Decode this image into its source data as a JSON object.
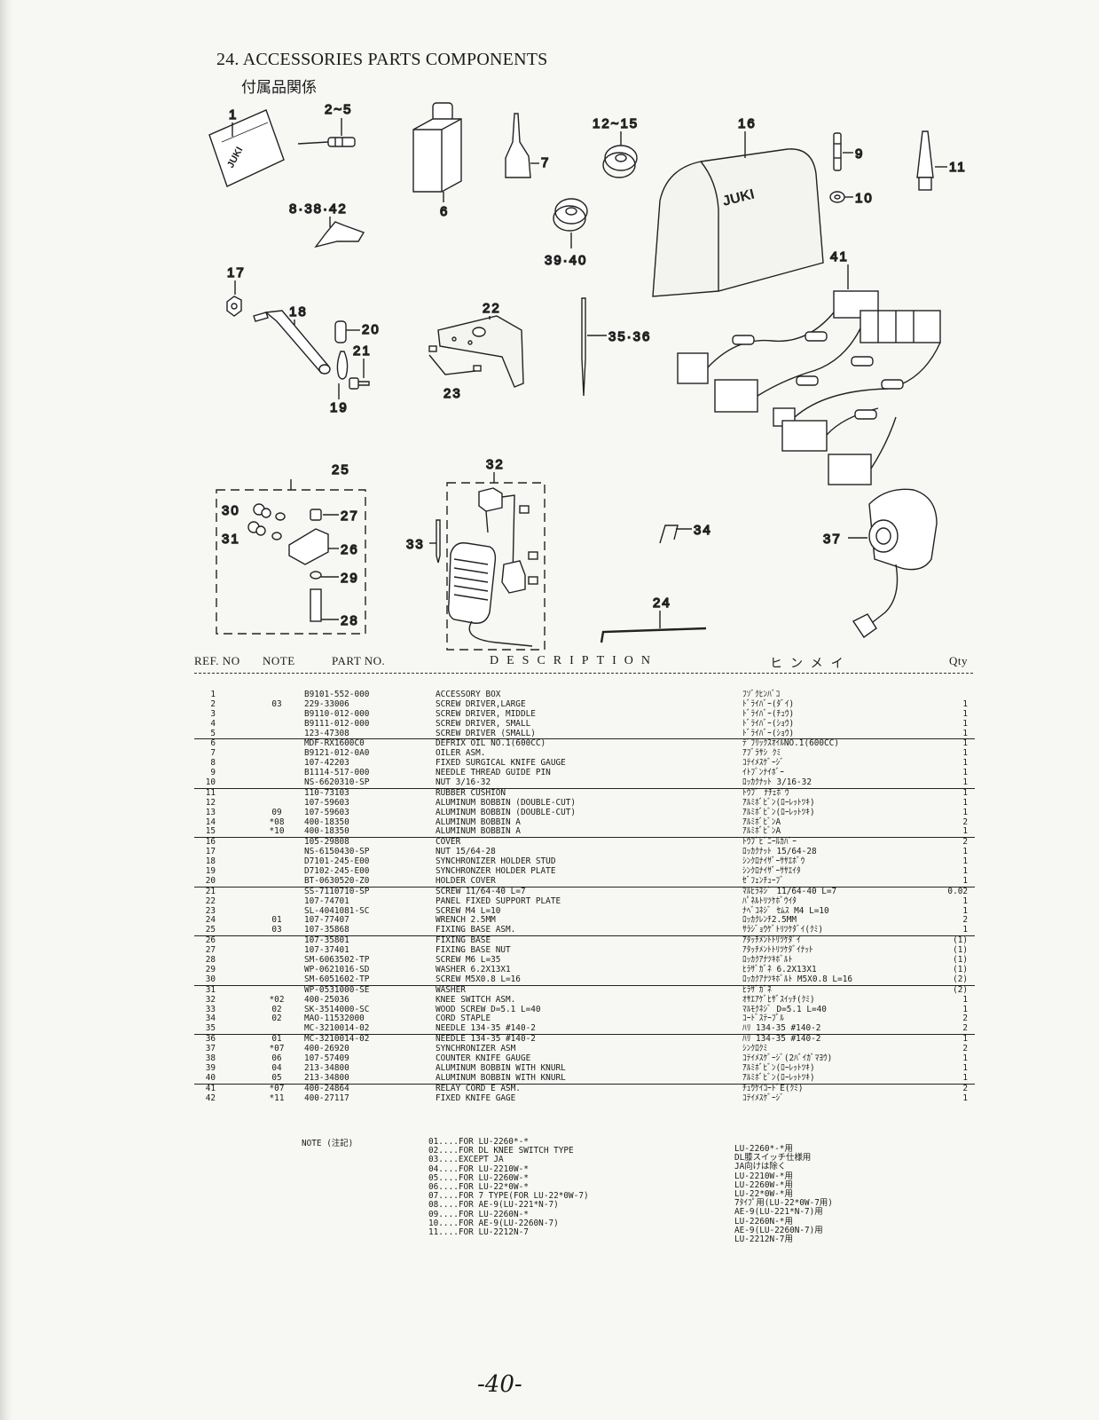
{
  "title": "24. ACCESSORIES PARTS COMPONENTS",
  "subtitle": "付属品関係",
  "callouts": {
    "c1": "1",
    "c2_5": "2~5",
    "c6": "6",
    "c7": "7",
    "c8_38_42": "8·38·42",
    "c9": "9",
    "c10": "10",
    "c11": "11",
    "c12_15": "12~15",
    "c16": "16",
    "c17": "17",
    "c18": "18",
    "c19": "19",
    "c20": "20",
    "c21": "21",
    "c22": "22",
    "c23": "23",
    "c24": "24",
    "c25": "25",
    "c26": "26",
    "c27": "27",
    "c28": "28",
    "c29": "29",
    "c30": "30",
    "c31": "31",
    "c32": "32",
    "c33": "33",
    "c34": "34",
    "c35_36": "35·36",
    "c37": "37",
    "c39_40": "39·40",
    "c41": "41"
  },
  "logo_text": "JUKI",
  "table_header": {
    "ref": "REF. NO",
    "note": "NOTE",
    "part": "PART NO.",
    "desc": "DESCRIPTION",
    "kana": "ヒンメイ",
    "qty": "Qty"
  },
  "rows": [
    {
      "ref": "1",
      "note": "",
      "part": "B9101-552-000",
      "desc": "ACCESSORY BOX",
      "kana": "ﾌｿﾞｸﾋﾝﾊﾞｺ",
      "qty": ""
    },
    {
      "ref": "2",
      "note": "03",
      "part": "229-33006",
      "desc": "SCREW DRIVER,LARGE",
      "kana": "ﾄﾞﾗｲﾊﾞｰ(ﾀﾞｲ)",
      "qty": "1"
    },
    {
      "ref": "3",
      "note": "",
      "part": "B9110-012-000",
      "desc": "SCREW DRIVER, MIDDLE",
      "kana": "ﾄﾞﾗｲﾊﾞｰ(ﾁｭｳ)",
      "qty": "1"
    },
    {
      "ref": "4",
      "note": "",
      "part": "B9111-012-000",
      "desc": "SCREW DRIVER, SMALL",
      "kana": "ﾄﾞﾗｲﾊﾞｰ(ｼｮｳ)",
      "qty": "1"
    },
    {
      "ref": "5",
      "note": "",
      "part": "123-47308",
      "desc": "SCREW DRIVER (SMALL)",
      "kana": "ﾄﾞﾗｲﾊﾞｰ(ｼｮｳ)",
      "qty": "1"
    },
    {
      "ref": "6",
      "note": "",
      "part": "MDF-RX1600C0",
      "desc": "DEFRIX OIL NO.1(600CC)",
      "kana": "ﾃﾞﾌﾘｯｸｽｵｲﾙNO.1(600CC)",
      "qty": "1",
      "sep": true
    },
    {
      "ref": "7",
      "note": "",
      "part": "B9121-012-0A0",
      "desc": "OILER ASM.",
      "kana": "ｱﾌﾞﾗｻｼ ｸﾐ",
      "qty": "1"
    },
    {
      "ref": "8",
      "note": "",
      "part": "107-42203",
      "desc": "FIXED SURGICAL KNIFE GAUGE",
      "kana": "ｺﾃｲﾒｽｹﾞｰｼﾞ",
      "qty": "1"
    },
    {
      "ref": "9",
      "note": "",
      "part": "B1114-517-000",
      "desc": "NEEDLE THREAD GUIDE PIN",
      "kana": "ｲﾄﾌﾞﾝﾅｲﾎﾞｰ",
      "qty": "1"
    },
    {
      "ref": "10",
      "note": "",
      "part": "NS-6620310-SP",
      "desc": "NUT  3/16-32",
      "kana": "ﾛｯｶｸﾅｯﾄ 3/16-32",
      "qty": "1"
    },
    {
      "ref": "11",
      "note": "",
      "part": "110-73103",
      "desc": "RUBBER CUSHION",
      "kana": "ﾄｳﾌﾞ ﾅﾁｪﾎﾞｳ",
      "qty": "1",
      "sep": true
    },
    {
      "ref": "12",
      "note": "",
      "part": "107-59603",
      "desc": "ALUMINUM BOBBIN (DOUBLE-CUT)",
      "kana": "ｱﾙﾐﾎﾞﾋﾞﾝ(ﾛｰﾚｯﾄﾂｷ)",
      "qty": "1"
    },
    {
      "ref": "13",
      "note": "09",
      "part": "107-59603",
      "desc": "ALUMINUM BOBBIN (DOUBLE-CUT)",
      "kana": "ｱﾙﾐﾎﾞﾋﾞﾝ(ﾛｰﾚｯﾄﾂｷ)",
      "qty": "1"
    },
    {
      "ref": "14",
      "note": "*08",
      "part": "400-18350",
      "desc": "ALUMINUM BOBBIN A",
      "kana": "ｱﾙﾐﾎﾞﾋﾞﾝA",
      "qty": "2"
    },
    {
      "ref": "15",
      "note": "*10",
      "part": "400-18350",
      "desc": "ALUMINUM BOBBIN A",
      "kana": "ｱﾙﾐﾎﾞﾋﾞﾝA",
      "qty": "1"
    },
    {
      "ref": "16",
      "note": "",
      "part": "105-29808",
      "desc": "COVER",
      "kana": "ﾄｳﾌﾞﾋﾞﾆｰﾙｶﾊﾞｰ",
      "qty": "2",
      "sep": true
    },
    {
      "ref": "17",
      "note": "",
      "part": "NS-6150430-SP",
      "desc": "NUT 15/64-28",
      "kana": "ﾛｯｶｸﾅｯﾄ 15/64-28",
      "qty": "1"
    },
    {
      "ref": "18",
      "note": "",
      "part": "D7101-245-E00",
      "desc": "SYNCHRONIZER HOLDER STUD",
      "kana": "ｼﾝｸﾛﾅｲｻﾞｰｻｻｴﾎﾞｳ",
      "qty": "1"
    },
    {
      "ref": "19",
      "note": "",
      "part": "D7102-245-E00",
      "desc": "SYNCHRONZER HOLDER PLATE",
      "kana": "ｼﾝｸﾛﾅｲｻﾞｰｻｻｴｲﾀ",
      "qty": "1"
    },
    {
      "ref": "20",
      "note": "",
      "part": "BT-0630520-Z0",
      "desc": "HOLDER COVER",
      "kana": "ｾﾞﾌｪﾝﾁｭｰﾌﾞ",
      "qty": "1"
    },
    {
      "ref": "21",
      "note": "",
      "part": "SS-7110710-SP",
      "desc": "SCREW  11/64-40 L=7",
      "kana": "ﾏﾙﾋﾗﾈｼﾞ 11/64-40 L=7",
      "qty": "0.02",
      "sep": true
    },
    {
      "ref": "22",
      "note": "",
      "part": "107-74701",
      "desc": "PANEL FIXED SUPPORT PLATE",
      "kana": "ﾊﾟﾈﾙﾄﾘﾂｹﾎﾞｳｲﾀ",
      "qty": "1"
    },
    {
      "ref": "23",
      "note": "",
      "part": "SL-4041081-SC",
      "desc": "SCREW M4 L=10",
      "kana": "ﾅﾍﾞｺﾈｼﾞ ｾﾑｽ M4 L=10",
      "qty": "1"
    },
    {
      "ref": "24",
      "note": "01",
      "part": "107-77407",
      "desc": "WRENCH 2.5MM",
      "kana": "ﾛｯｶｸﾚﾝﾁ2.5MM",
      "qty": "2"
    },
    {
      "ref": "25",
      "note": "03",
      "part": "107-35868",
      "desc": "FIXING BASE ASM.",
      "kana": "ｻﾗｼﾞｮｳｹﾞﾄﾘﾂｹﾀﾞｲ(ｸﾐ)",
      "qty": "1"
    },
    {
      "ref": "26",
      "note": "",
      "part": "107-35801",
      "desc": "FIXING BASE",
      "kana": "ｱﾀｯﾁﾒﾝﾄﾄﾘﾂｹﾀﾞｲ",
      "qty": "(1)",
      "sep": true
    },
    {
      "ref": "27",
      "note": "",
      "part": "107-37401",
      "desc": "FIXING BASE NUT",
      "kana": "ｱﾀｯﾁﾒﾝﾄﾄﾘﾂｹﾀﾞｲﾅｯﾄ",
      "qty": "(1)"
    },
    {
      "ref": "28",
      "note": "",
      "part": "SM-6063502-TP",
      "desc": "SCREW M6 L=35",
      "kana": "ﾛｯｶｸｱﾅﾂｷﾎﾞﾙﾄ",
      "qty": "(1)"
    },
    {
      "ref": "29",
      "note": "",
      "part": "WP-0621016-SD",
      "desc": "WASHER 6.2X13X1",
      "kana": "ﾋﾗｻﾞｶﾞﾈ 6.2X13X1",
      "qty": "(1)"
    },
    {
      "ref": "30",
      "note": "",
      "part": "SM-6051602-TP",
      "desc": "SCREW M5X0.8 L=16",
      "kana": "ﾛｯｶｸｱﾅﾂｷﾎﾞﾙﾄ M5X0.8 L=16",
      "qty": "(2)"
    },
    {
      "ref": "31",
      "note": "",
      "part": "WP-0531000-SE",
      "desc": "WASHER",
      "kana": "ﾋﾗｻﾞｶﾞﾈ",
      "qty": "(2)",
      "sep": true
    },
    {
      "ref": "32",
      "note": "*02",
      "part": "400-25036",
      "desc": "KNEE SWITCH ASM.",
      "kana": "ｵｻｴｱｹﾞﾋｻﾞｽｲｯﾁ(ｸﾐ)",
      "qty": "1"
    },
    {
      "ref": "33",
      "note": "02",
      "part": "SK-3514000-SC",
      "desc": "WOOD SCREW D=5.1 L=40",
      "kana": "ﾏﾙﾓｸﾈｼﾞ D=5.1 L=40",
      "qty": "1"
    },
    {
      "ref": "34",
      "note": "02",
      "part": "MAO-11532000",
      "desc": "CORD STAPLE",
      "kana": "ｺｰﾄﾞｽﾃｰﾌﾟﾙ",
      "qty": "2"
    },
    {
      "ref": "35",
      "note": "",
      "part": "MC-3210014-02",
      "desc": "NEEDLE 134-35 #140-2",
      "kana": "ﾊﾘ 134-35 #140-2",
      "qty": "2"
    },
    {
      "ref": "36",
      "note": "01",
      "part": "MC-3210014-02",
      "desc": "NEEDLE 134-35 #140-2",
      "kana": "ﾊﾘ 134-35 #140-2",
      "qty": "1",
      "sep": true
    },
    {
      "ref": "37",
      "note": "*07",
      "part": "400-26920",
      "desc": "SYNCHRONIZER ASM",
      "kana": "ｼﾝｸﾛｸﾐ",
      "qty": "2"
    },
    {
      "ref": "38",
      "note": "06",
      "part": "107-57409",
      "desc": "COUNTER KNIFE GAUGE",
      "kana": "ｺﾃｲﾒｽｹﾞｰｼﾞ(2ﾊﾞｲｶﾞﾏﾖｳ)",
      "qty": "1"
    },
    {
      "ref": "39",
      "note": "04",
      "part": "213-34800",
      "desc": "ALUMINUM BOBBIN WITH KNURL",
      "kana": "ｱﾙﾐﾎﾞﾋﾞﾝ(ﾛｰﾚｯﾄﾂｷ)",
      "qty": "1"
    },
    {
      "ref": "40",
      "note": "05",
      "part": "213-34800",
      "desc": "ALUMINUM BOBBIN WITH KNURL",
      "kana": "ｱﾙﾐﾎﾞﾋﾞﾝ(ﾛｰﾚｯﾄﾂｷ)",
      "qty": "1"
    },
    {
      "ref": "41",
      "note": "*07",
      "part": "400-24864",
      "desc": "RELAY CORD E ASM.",
      "kana": "ﾁｭｳｹｲｺｰﾄﾞE(ｸﾐ)",
      "qty": "2",
      "sep": true
    },
    {
      "ref": "42",
      "note": "*11",
      "part": "400-27117",
      "desc": "FIXED KNIFE GAGE",
      "kana": "ｺﾃｲﾒｽｹﾞｰｼﾞ",
      "qty": "1"
    }
  ],
  "notes_label": "NOTE (注記)",
  "notes": [
    "01....FOR LU-2260*-*",
    "02....FOR DL KNEE SWITCH TYPE",
    "03....EXCEPT JA",
    "04....FOR LU-2210W-*",
    "05....FOR LU-2260W-*",
    "06....FOR LU-22*0W-*",
    "07....FOR 7 TYPE(FOR LU-22*0W-7)",
    "08....FOR AE-9(LU-221*N-7)",
    "09....FOR LU-2260N-*",
    "10....FOR AE-9(LU-2260N-7)",
    "11....FOR LU-2212N-7"
  ],
  "notes_jp": [
    "LU-2260*-*用",
    "DL膝スイッチ仕様用",
    "JA向けは除く",
    "LU-2210W-*用",
    "LU-2260W-*用",
    "LU-22*0W-*用",
    "7ﾀｲﾌﾟ用(LU-22*0W-7用)",
    "AE-9(LU-221*N-7)用",
    "LU-2260N-*用",
    "AE-9(LU-2260N-7)用",
    "LU-2212N-7用"
  ],
  "page_number": "-40-"
}
